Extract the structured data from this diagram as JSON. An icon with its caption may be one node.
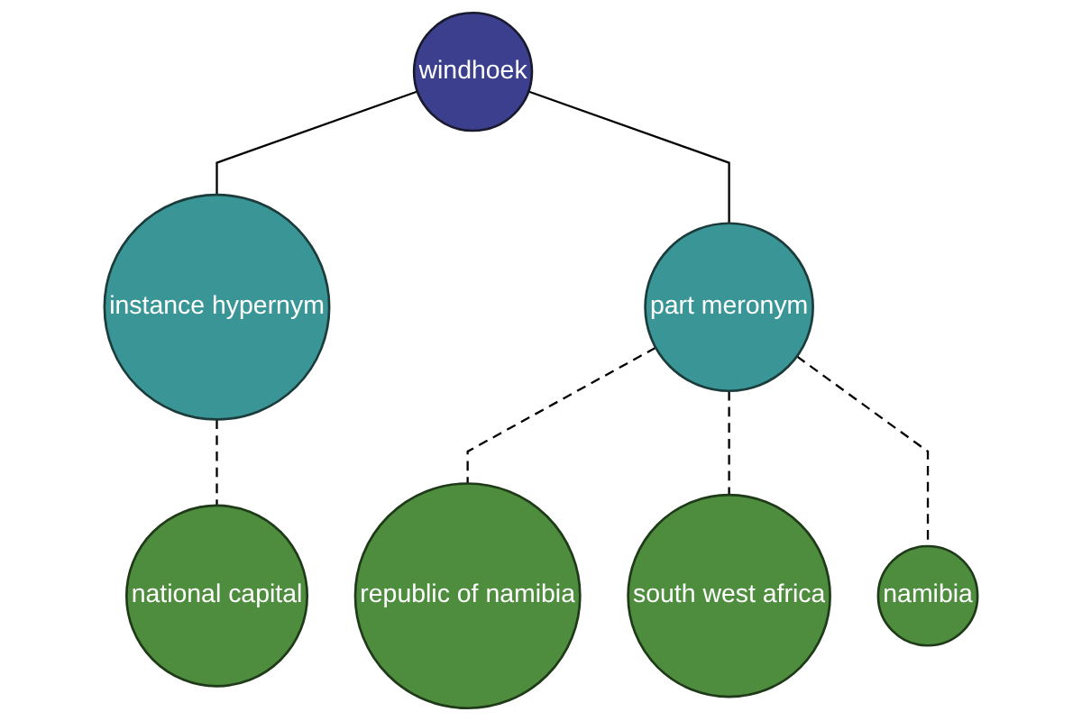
{
  "diagram": {
    "nodes": [
      {
        "text": [
          "republic of namibia"
        ]
      },
      {
        "text": [
          "south west africa"
        ]
      },
      {
        "text": [
          "part meronym"
        ]
      },
      {
        "text": [
          "instance hypernym"
        ]
      },
      {
        "text": [
          "windhoek"
        ]
      },
      {
        "text": [
          "namibia"
        ]
      },
      {
        "text": [
          "national capital"
        ]
      }
    ],
    "edges": [
      {
        "from": 4,
        "to": 3,
        "arrow": "none"
      },
      {
        "from": 4,
        "to": 2,
        "arrow": "none"
      },
      {
        "from": 3,
        "to": 6,
        "arrow": "none",
        "style": "dashed"
      },
      {
        "from": 2,
        "to": 0,
        "arrow": "none",
        "style": "dashed"
      },
      {
        "from": 2,
        "to": 1,
        "arrow": "none",
        "style": "dashed"
      },
      {
        "from": 2,
        "to": 5,
        "arrow": "none",
        "style": "dashed"
      }
    ]
  }
}
